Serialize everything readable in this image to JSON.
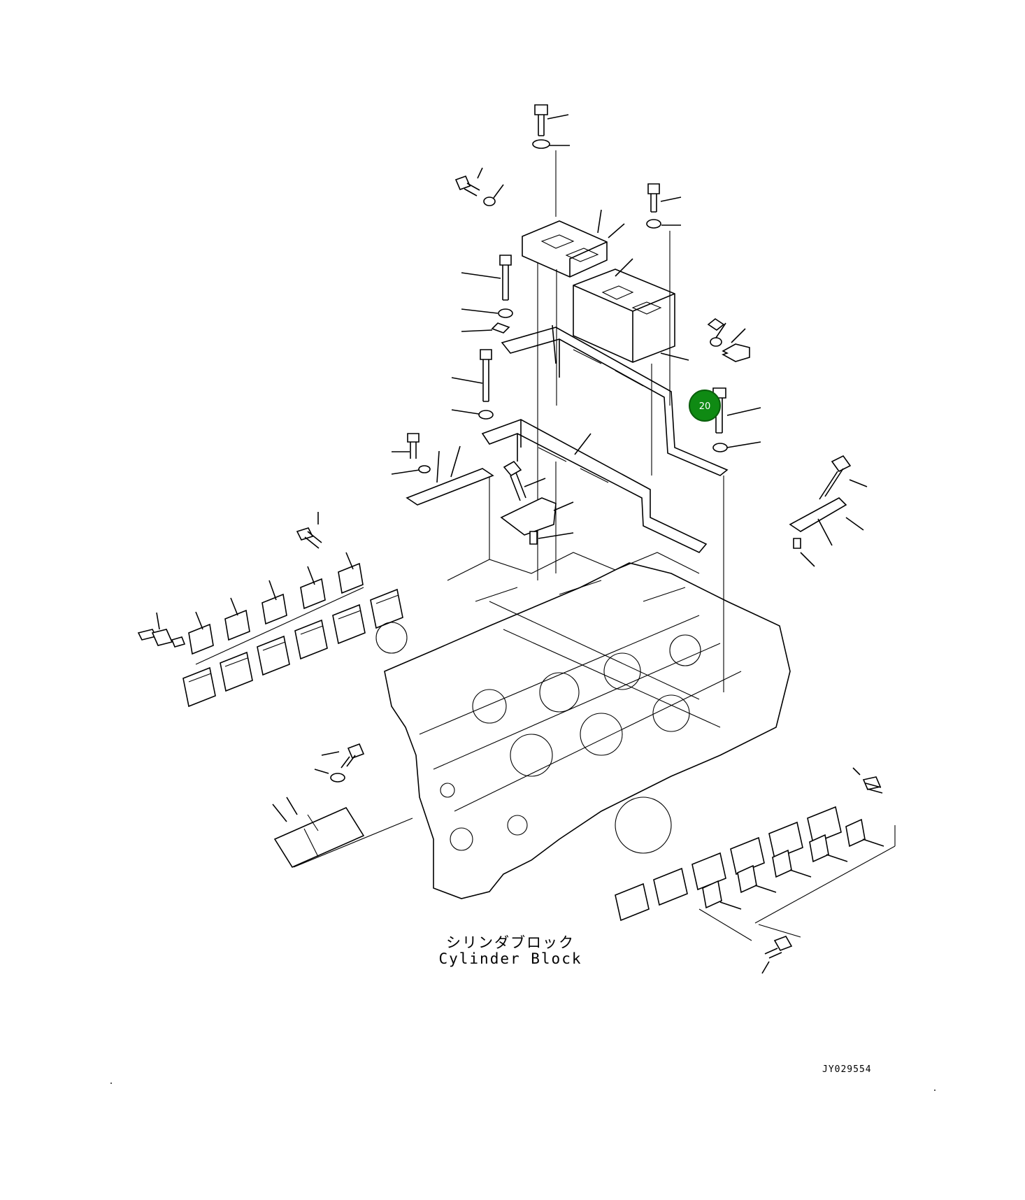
{
  "diagram": {
    "callouts": [
      {
        "number": "20",
        "color": "#0f8a13"
      }
    ],
    "caption_japanese": "シリンダブロック",
    "caption_english": "Cylinder Block",
    "drawing_reference": "JY029554"
  }
}
